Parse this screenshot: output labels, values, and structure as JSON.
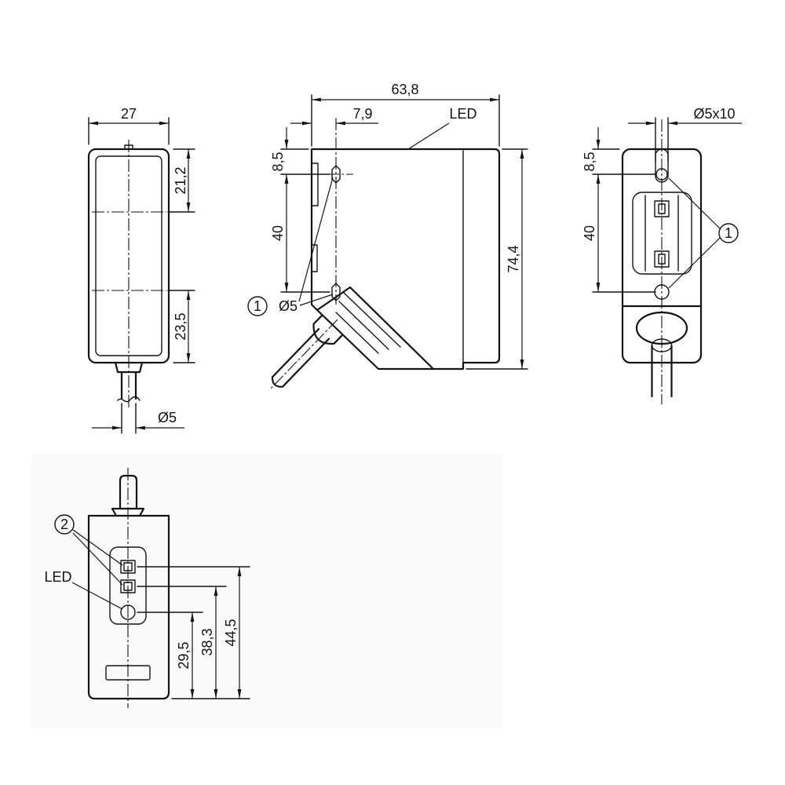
{
  "front_view": {
    "width_dim": "27",
    "upper_dim": "21,2",
    "lower_dim": "23,5",
    "cable_dim": "Ø5"
  },
  "side_view": {
    "length_dim": "63,8",
    "offset_dim": "7,9",
    "led_label": "LED",
    "top_hole_dim": "8,5",
    "hole_spacing_dim": "40",
    "height_dim": "74,4",
    "callout": "1",
    "hole_label": "Ø5"
  },
  "rear_view": {
    "slot_dim": "Ø5x10",
    "top_hole_dim": "8,5",
    "hole_spacing_dim": "40",
    "callout": "1"
  },
  "bottom_view": {
    "callout": "2",
    "led_label": "LED",
    "led_dim": "29,5",
    "lower_window_dim": "38,3",
    "upper_window_dim": "44,5"
  }
}
